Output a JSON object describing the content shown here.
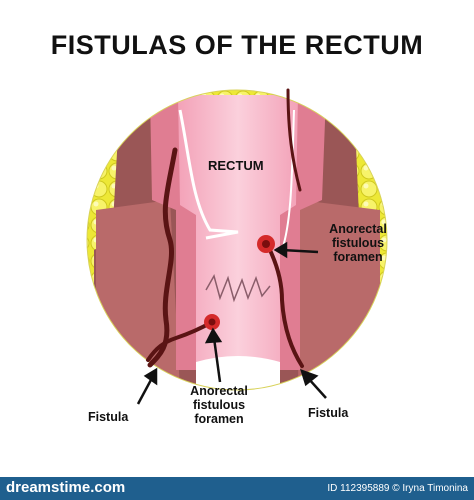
{
  "title": "FISTULAS OF THE RECTUM",
  "labels": {
    "rectum": "RECTUM",
    "foramen_right": [
      "Anorectal",
      "fistulous",
      "foramen"
    ],
    "foramen_bottom": [
      "Anorectal",
      "fistulous",
      "foramen"
    ],
    "fistula_left": "Fistula",
    "fistula_right": "Fistula"
  },
  "footer": {
    "brand": "dreamstime.com",
    "id_text": "ID 112395889 © Iryna Timonina"
  },
  "colors": {
    "fat": "#f2ee3a",
    "muscle": "#b86c6c",
    "wall": "#e88aa0",
    "lumen": "#f7b6c6",
    "fistula": "#5a1414",
    "foramen": "#d42a2a",
    "footer": "#1f5f8e"
  }
}
